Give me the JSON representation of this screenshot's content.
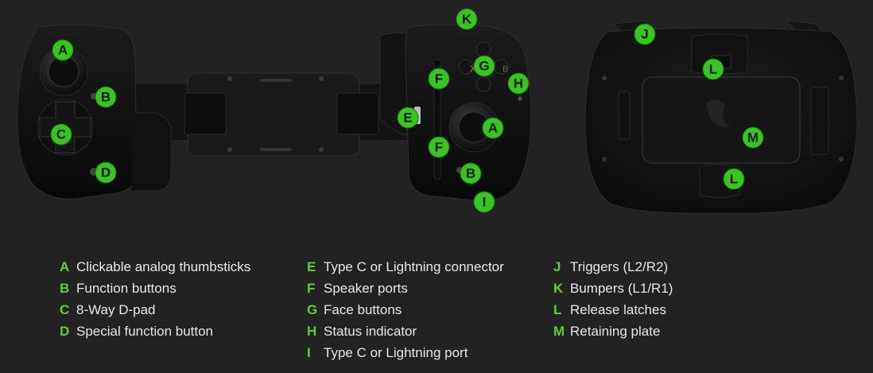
{
  "colors": {
    "background": "#222222",
    "accent": "#44d62c",
    "legend_text": "#e6e6e6"
  },
  "callouts": {
    "front_left": {
      "a": "A",
      "b": "B",
      "c": "C",
      "d": "D"
    },
    "front_right": {
      "k": "K",
      "g": "G",
      "f1": "F",
      "h": "H",
      "e": "E",
      "a": "A",
      "f2": "F",
      "b": "B",
      "i": "I"
    },
    "back": {
      "j": "J",
      "l1": "L",
      "m": "M",
      "l2": "L"
    }
  },
  "button_glyphs": {
    "x": "X",
    "b": "B"
  },
  "legend": {
    "columns": [
      [
        {
          "letter": "A",
          "text": "Clickable analog thumbsticks"
        },
        {
          "letter": "B",
          "text": "Function buttons"
        },
        {
          "letter": "C",
          "text": "8-Way D-pad"
        },
        {
          "letter": "D",
          "text": "Special function button"
        }
      ],
      [
        {
          "letter": "E",
          "text": "Type C or Lightning connector"
        },
        {
          "letter": "F",
          "text": "Speaker ports"
        },
        {
          "letter": "G",
          "text": "Face buttons"
        },
        {
          "letter": "H",
          "text": "Status indicator"
        },
        {
          "letter": "I",
          "text": "Type C or Lightning port"
        }
      ],
      [
        {
          "letter": "J",
          "text": "Triggers (L2/R2)"
        },
        {
          "letter": "K",
          "text": "Bumpers (L1/R1)"
        },
        {
          "letter": "L",
          "text": "Release latches"
        },
        {
          "letter": "M",
          "text": "Retaining plate"
        }
      ]
    ]
  }
}
